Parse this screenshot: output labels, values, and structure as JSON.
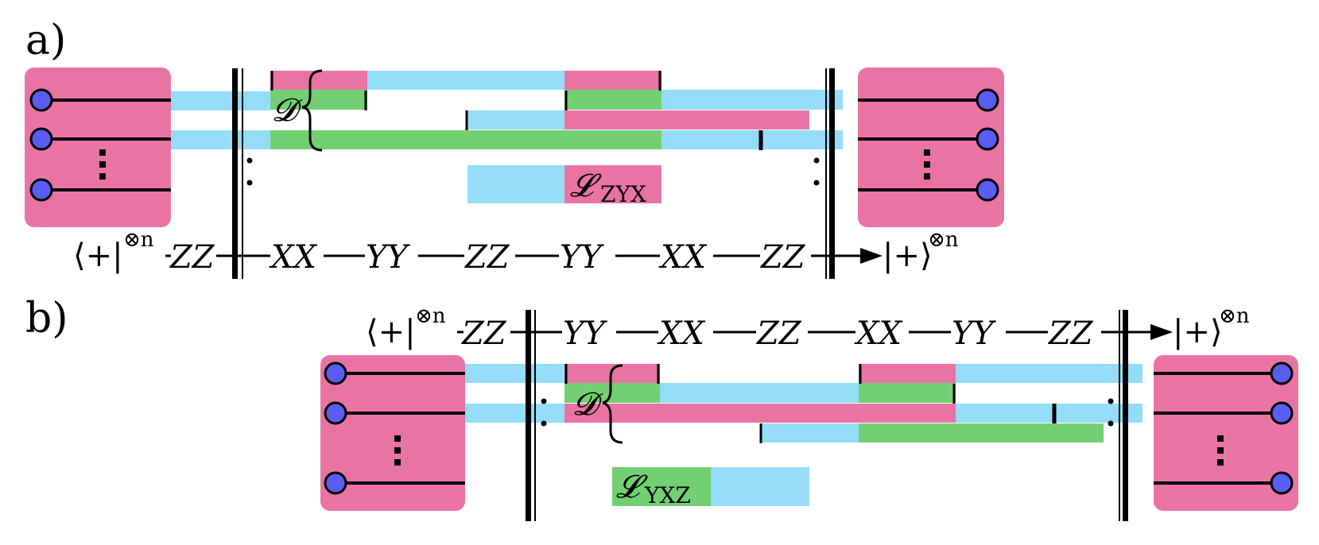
{
  "colors": {
    "pink": "#e974a4",
    "blue": "#94dcf7",
    "green": "#72d072",
    "node": "#5a5cf2",
    "ink": "#000000"
  },
  "panel_a": {
    "label": "a)",
    "bra": "⟨+|",
    "bra_exp": "⊗n",
    "ket": "|+⟩",
    "ket_exp": "⊗n",
    "sequence": [
      "ZZ",
      "XX",
      "YY",
      "ZZ",
      "YY",
      "XX",
      "ZZ"
    ],
    "d_symbol": "𝓓",
    "l_symbol": "𝓛",
    "l_subscript": "ZYX"
  },
  "panel_b": {
    "label": "b)",
    "bra": "⟨+|",
    "bra_exp": "⊗n",
    "ket": "|+⟩",
    "ket_exp": "⊗n",
    "sequence": [
      "ZZ",
      "YY",
      "XX",
      "ZZ",
      "XX",
      "YY",
      "ZZ"
    ],
    "d_symbol": "𝓓",
    "l_symbol": "𝓛",
    "l_subscript": "YXZ"
  }
}
